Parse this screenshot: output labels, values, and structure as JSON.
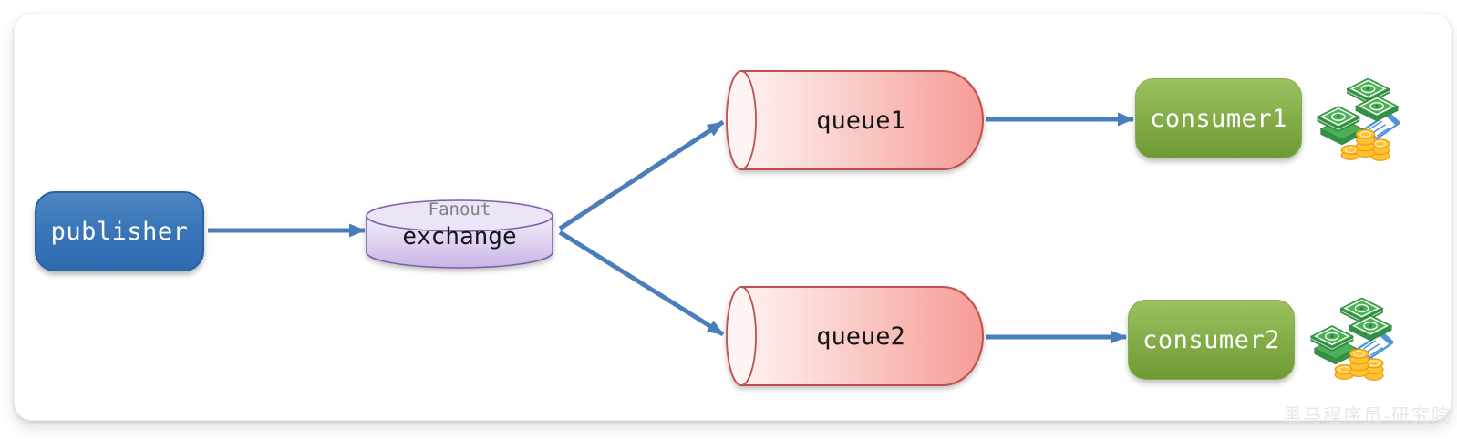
{
  "diagram": {
    "publisher": {
      "label": "publisher"
    },
    "exchange": {
      "type_label": "Fanout",
      "label": "exchange"
    },
    "queues": [
      {
        "label": "queue1"
      },
      {
        "label": "queue2"
      }
    ],
    "consumers": [
      {
        "label": "consumer1",
        "icon": "money-icon"
      },
      {
        "label": "consumer2",
        "icon": "money-icon"
      }
    ],
    "watermark": "黑马程序员-研究院",
    "colors": {
      "publisher_fill": "#3a76b8",
      "exchange_fill": "#d7c8ee",
      "exchange_border": "#7d60a8",
      "queue_fill": "#f89d98",
      "queue_border": "#c0504d",
      "consumer_fill": "#7ca544",
      "arrow": "#4a7ebb",
      "fanout_text": "#7f7f7f",
      "watermark_text": "#e7e7e7"
    }
  }
}
